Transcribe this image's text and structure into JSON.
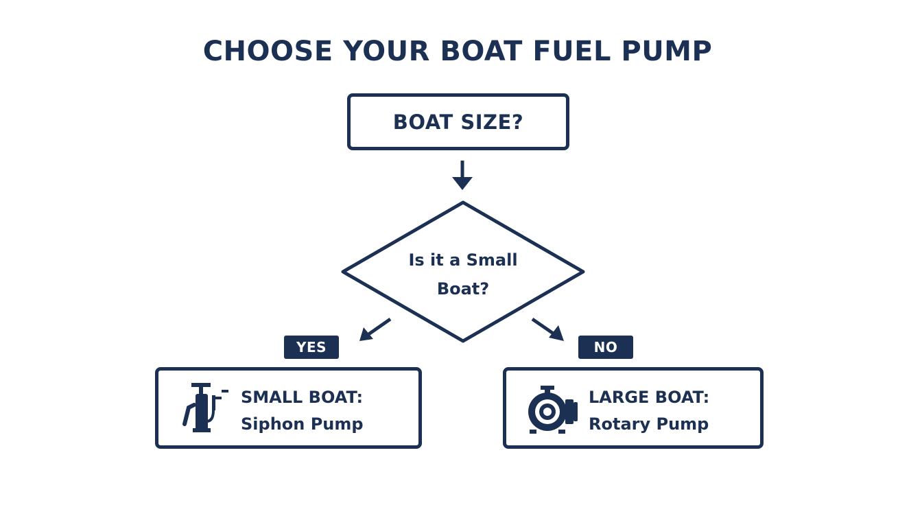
{
  "title": "CHOOSE YOUR BOAT FUEL PUMP",
  "start": {
    "label": "BOAT SIZE?"
  },
  "decision": {
    "line1": "Is it a Small",
    "line2": "Boat?"
  },
  "branches": {
    "yes_label": "YES",
    "no_label": "NO"
  },
  "results": {
    "small": {
      "heading": "SMALL BOAT:",
      "pump": "Siphon Pump",
      "icon": "siphon-pump-icon"
    },
    "large": {
      "heading": "LARGE BOAT:",
      "pump": "Rotary Pump",
      "icon": "rotary-pump-icon"
    }
  },
  "colors": {
    "primary": "#1b3052",
    "background": "#ffffff",
    "badge_text": "#ffffff"
  }
}
